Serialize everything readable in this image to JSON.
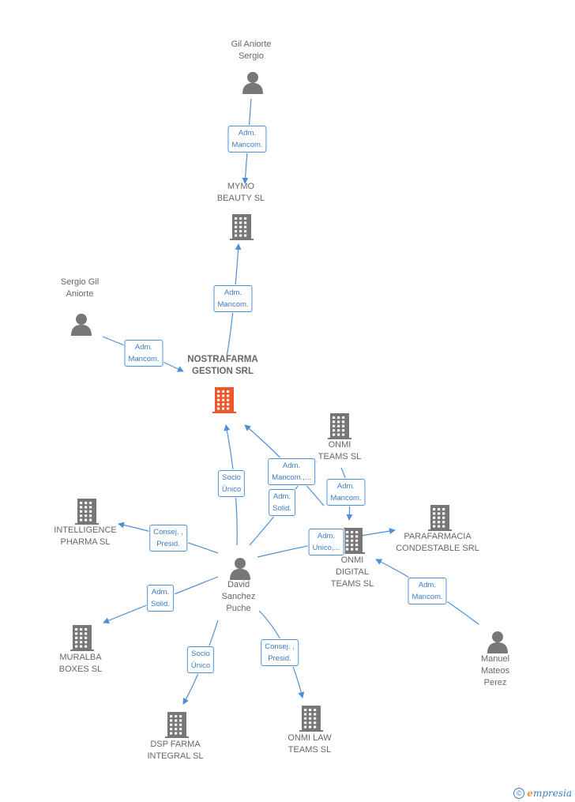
{
  "nodes": [
    {
      "id": "gil",
      "type": "person",
      "label": "Gil Aniorte\nSergio"
    },
    {
      "id": "mymo",
      "type": "company",
      "label": "MYMO\nBEAUTY  SL"
    },
    {
      "id": "sergio",
      "type": "person",
      "label": "Sergio Gil\nAniorte"
    },
    {
      "id": "nostra",
      "type": "company_main",
      "label": "NOSTRAFARMA\nGESTION SRL"
    },
    {
      "id": "onmiteams",
      "type": "company",
      "label": "ONMI\nTEAMS  SL"
    },
    {
      "id": "intelligence",
      "type": "company",
      "label": "INTELLIGENCE\nPHARMA  SL"
    },
    {
      "id": "parafarmacia",
      "type": "company",
      "label": "PARAFARMACIA\nCONDESTABLE SRL"
    },
    {
      "id": "onmidigital",
      "type": "company",
      "label": "ONMI\nDIGITAL\nTEAMS  SL"
    },
    {
      "id": "david",
      "type": "person",
      "label": "David\nSanchez\nPuche"
    },
    {
      "id": "muralba",
      "type": "company",
      "label": "MURALBA\nBOXES SL"
    },
    {
      "id": "manuel",
      "type": "person",
      "label": "Manuel\nMateos\nPerez"
    },
    {
      "id": "dsp",
      "type": "company",
      "label": "DSP FARMA\nINTEGRAL  SL"
    },
    {
      "id": "onmilaw",
      "type": "company",
      "label": "ONMI LAW\nTEAMS  SL"
    }
  ],
  "edges": [
    {
      "from": "gil",
      "to": "mymo",
      "label": "Adm.\nMancom."
    },
    {
      "from": "nostra",
      "to": "mymo",
      "label": "Adm.\nMancom."
    },
    {
      "from": "sergio",
      "to": "nostra",
      "label": "Adm.\nMancom."
    },
    {
      "from": "david",
      "to": "nostra",
      "label": "Socio\nÚnico"
    },
    {
      "from": "onmiteams",
      "to": "nostra",
      "label": "Adm.\nMancom.,..."
    },
    {
      "from": "david",
      "to": "onmiteams",
      "label": "Adm.\nSolid."
    },
    {
      "from": "onmiteams",
      "to": "onmidigital",
      "label": "Adm.\nMancom."
    },
    {
      "from": "david",
      "to": "parafarmacia",
      "label": "Adm.\nUnico,..."
    },
    {
      "from": "manuel",
      "to": "onmidigital",
      "label": "Adm.\nMancom."
    },
    {
      "from": "david",
      "to": "intelligence",
      "label": "Consej. ,\nPresid."
    },
    {
      "from": "david",
      "to": "muralba",
      "label": "Adm.\nSolid."
    },
    {
      "from": "david",
      "to": "dsp",
      "label": "Socio\nÚnico"
    },
    {
      "from": "david",
      "to": "onmilaw",
      "label": "Consej. ,\nPresid."
    }
  ],
  "colors": {
    "edge": "#4a90d9",
    "node": "#777777",
    "main_node": "#f0572a"
  },
  "footer": {
    "copyright": "©",
    "brand_first": "e",
    "brand_rest": "mpresia"
  }
}
